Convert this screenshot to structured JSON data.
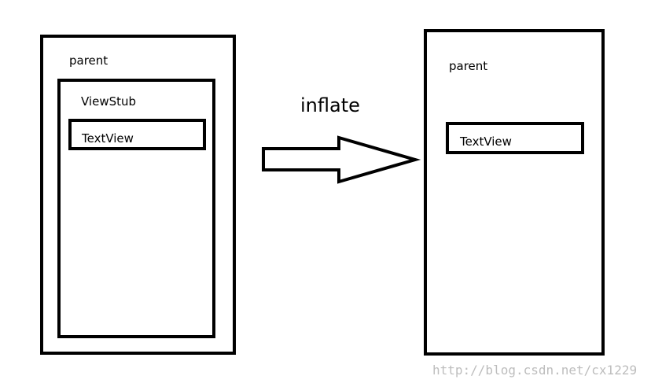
{
  "left_diagram": {
    "parent_label": "parent",
    "viewstub_label": "ViewStub",
    "textview_label": "TextView"
  },
  "transition": {
    "label": "inflate",
    "icon": "right-arrow-icon"
  },
  "right_diagram": {
    "parent_label": "parent",
    "textview_label": "TextView"
  },
  "watermark": "http://blog.csdn.net/cx1229",
  "colors": {
    "stroke": "#000000",
    "background": "#ffffff",
    "watermark": "#bdbdbd"
  }
}
